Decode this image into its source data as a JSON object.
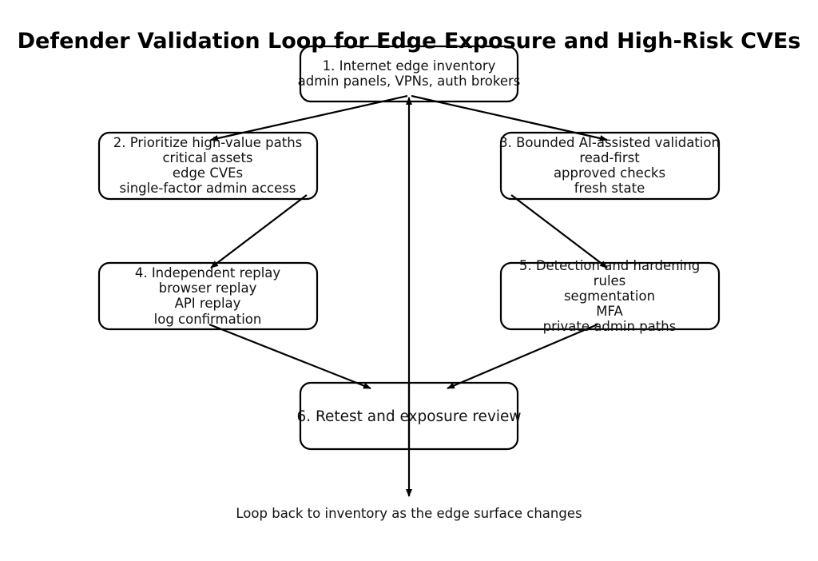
{
  "title": "Defender Validation Loop for Edge Exposure and High-Risk CVEs",
  "nodes": [
    {
      "id": "n1",
      "lines": [
        "1. Internet edge inventory",
        "admin panels, VPNs, auth brokers"
      ]
    },
    {
      "id": "n2",
      "lines": [
        "2. Prioritize high-value paths",
        "critical assets",
        "edge CVEs",
        "single-factor admin access"
      ]
    },
    {
      "id": "n3",
      "lines": [
        "3. Bounded AI-assisted validation",
        "read-first",
        "approved checks",
        "fresh state"
      ]
    },
    {
      "id": "n4",
      "lines": [
        "4. Independent replay",
        "browser replay",
        "API replay",
        "log confirmation"
      ]
    },
    {
      "id": "n5",
      "lines": [
        "5. Detection and hardening",
        "rules",
        "segmentation",
        "MFA",
        "private admin paths"
      ]
    },
    {
      "id": "n6",
      "lines": [
        "6. Retest and exposure review"
      ]
    }
  ],
  "edges": [
    {
      "from": "n1",
      "to": "n2"
    },
    {
      "from": "n1",
      "to": "n3"
    },
    {
      "from": "n2",
      "to": "n4"
    },
    {
      "from": "n3",
      "to": "n5"
    },
    {
      "from": "n4",
      "to": "n6"
    },
    {
      "from": "n5",
      "to": "n6"
    },
    {
      "from": "n6",
      "to": "n1",
      "label": "loop-back"
    }
  ],
  "caption": "Loop back to inventory as the edge surface changes"
}
